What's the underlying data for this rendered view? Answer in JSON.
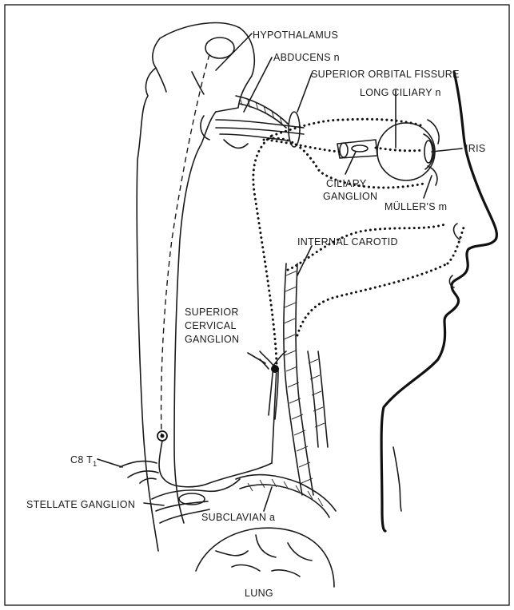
{
  "labels": {
    "hypothalamus": "HYPOTHALAMUS",
    "abducens": "ABDUCENS n",
    "superior_orbital_fissure": "SUPERIOR ORBITAL FISSURE",
    "long_ciliary": "LONG CILIARY n",
    "iris": "IRIS",
    "ciliary_ganglion_1": "CILIARY",
    "ciliary_ganglion_2": "GANGLION",
    "mullers": "MÜLLER'S m",
    "internal_carotid": "INTERNAL CAROTID",
    "superior_cervical_1": "SUPERIOR",
    "superior_cervical_2": "CERVICAL",
    "superior_cervical_3": "GANGLION",
    "c8": "C8",
    "t": "T",
    "t_sub": "1",
    "stellate": "STELLATE GANGLION",
    "subclavian": "SUBCLAVIAN a",
    "lung": "LUNG"
  }
}
